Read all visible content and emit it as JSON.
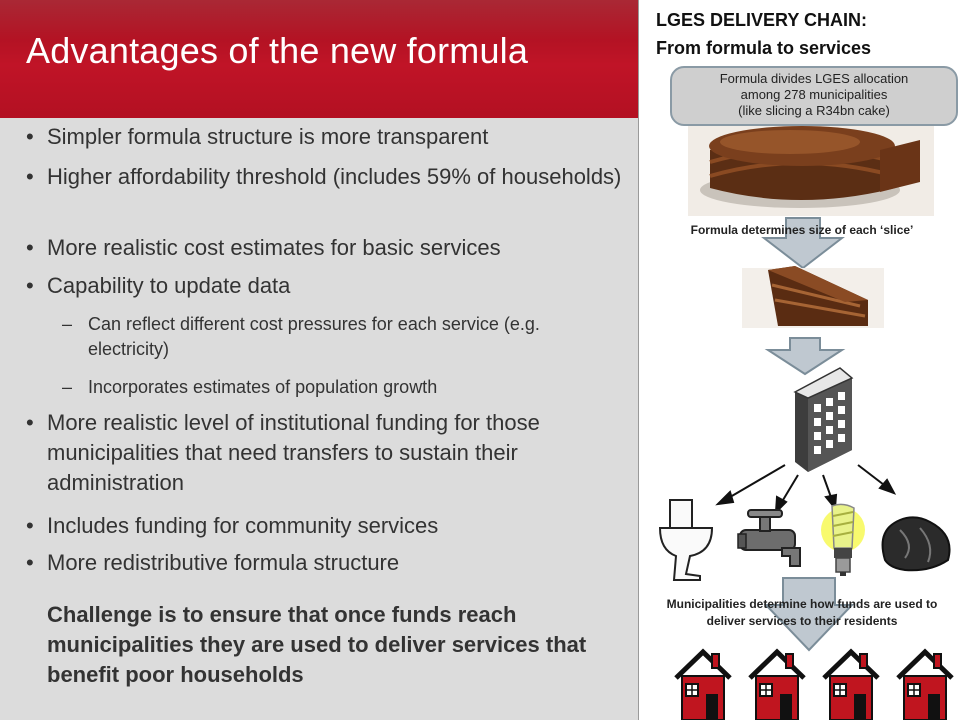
{
  "slide": {
    "title": "Advantages of the new formula",
    "bullets": [
      {
        "text": "Simpler formula structure is more transparent"
      },
      {
        "text": "Higher affordability threshold (includes 59% of households)"
      },
      {
        "text": "More realistic cost estimates for basic services"
      },
      {
        "text": "Capability to update data"
      },
      {
        "text": "More realistic level of institutional funding for those municipalities that need transfers to sustain their administration"
      },
      {
        "text": "Includes funding for community services"
      },
      {
        "text": "More redistributive formula structure"
      }
    ],
    "sub_bullets": [
      {
        "text": "Can reflect different cost pressures for each service (e.g. electricity)"
      },
      {
        "text": "Incorporates estimates of population growth"
      }
    ],
    "bullet_char": "•",
    "dash_char": "–",
    "challenge": "Challenge is to ensure that once funds reach municipalities they are used to deliver services that benefit poor households"
  },
  "chain": {
    "title_line1": "LGES DELIVERY CHAIN:",
    "title_line2": "From formula to services",
    "callout_lines": [
      "Formula divides LGES allocation",
      "among 278 municipalities",
      "(like slicing a R34bn cake)"
    ],
    "caption_slice": "Formula determines size of each ‘slice’",
    "caption_services": "Municipalities determine how funds are used to deliver services to their residents",
    "icons": [
      "cake-image",
      "cake-slice-image",
      "office-building-icon",
      "toilet-icon",
      "water-tap-icon",
      "light-bulb-icon",
      "refuse-bag-icon",
      "house-icon"
    ]
  },
  "colors": {
    "header_red": "#c01427",
    "panel_grey": "#dcdcdc",
    "arrow_fill": "#bfc8d0",
    "arrow_stroke": "#7b8d99",
    "house_red": "#c0151f"
  }
}
